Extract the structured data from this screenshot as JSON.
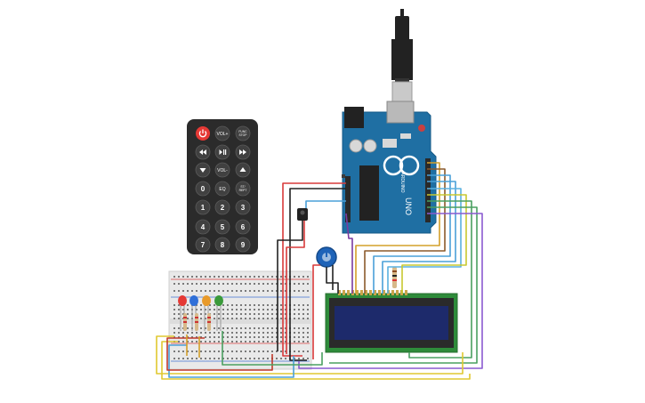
{
  "remote": {
    "buttons": [
      [
        "power",
        "VOL+",
        "FUNC/STOP"
      ],
      [
        "prev",
        "play-pause",
        "next"
      ],
      [
        "down",
        "VOL-",
        "up"
      ],
      [
        "0",
        "EQ",
        "ST/REPT"
      ],
      [
        "1",
        "2",
        "3"
      ],
      [
        "4",
        "5",
        "6"
      ],
      [
        "7",
        "8",
        "9"
      ]
    ],
    "labels": {
      "vol_up": "VOL+",
      "func_1": "FUNC",
      "func_2": "STOP",
      "vol_down": "VOL-",
      "zero": "0",
      "eq": "EQ",
      "st_1": "ST/",
      "st_2": "REPT",
      "n1": "1",
      "n2": "2",
      "n3": "3",
      "n4": "4",
      "n5": "5",
      "n6": "6",
      "n7": "7",
      "n8": "8",
      "n9": "9"
    }
  },
  "arduino": {
    "model": "UNO",
    "brand": "ARDUINO"
  },
  "leds": [
    "red",
    "blue",
    "orange",
    "green"
  ],
  "colors": {
    "board": "#1f6fa3",
    "remote_body": "#2b2b2b",
    "remote_button": "#404040",
    "power_button": "#e53935",
    "lcd_board": "#2e8b3a",
    "lcd_screen": "#1d2a6b",
    "breadboard": "#e9e9e9",
    "pot_body": "#1e63b8"
  }
}
